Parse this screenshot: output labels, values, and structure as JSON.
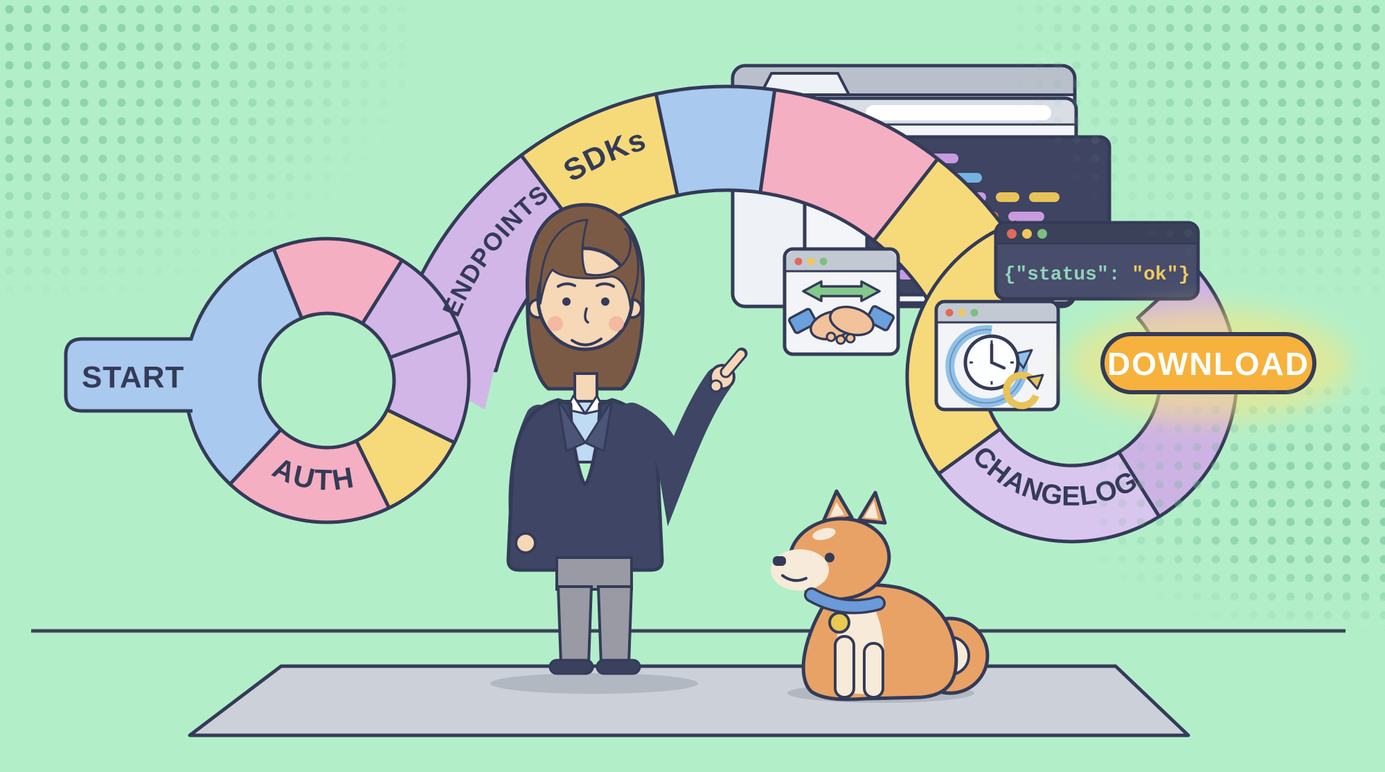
{
  "labels": {
    "start": "START",
    "auth": "AUTH",
    "endpoints": "ENDPOINTS",
    "sdks": "SDKs",
    "changelog": "CHANGELOG",
    "download": "DOWNLOAD"
  },
  "terminal": {
    "status_key": "{\"status\":",
    "status_value": " \"ok\"}"
  },
  "colors": {
    "background": "#b2efc9",
    "outline": "#343b58",
    "path_blue": "#a9c9ef",
    "path_pink": "#f5afc2",
    "path_purple": "#d2b6e8",
    "path_lavender": "#d9c6ee",
    "path_purple_dark": "#cdb3e4",
    "path_yellow": "#f6da79",
    "download_button": "#f6b23c",
    "terminal_green": "#8fd4b8",
    "terminal_yellow": "#eecb5e",
    "traffic_red": "#e2695c",
    "traffic_yellow": "#eec75d",
    "traffic_green": "#7cc07f"
  },
  "icons": {
    "handshake": "handshake-icon",
    "sync_arrows": "sync-arrows-icon",
    "clock_history": "clock-history-icon",
    "refresh": "refresh-icon",
    "traffic_lights": "traffic-lights-icon",
    "folder_tab": "folder-tab",
    "url_bar": "url-bar",
    "code_lines": "code-lines"
  }
}
